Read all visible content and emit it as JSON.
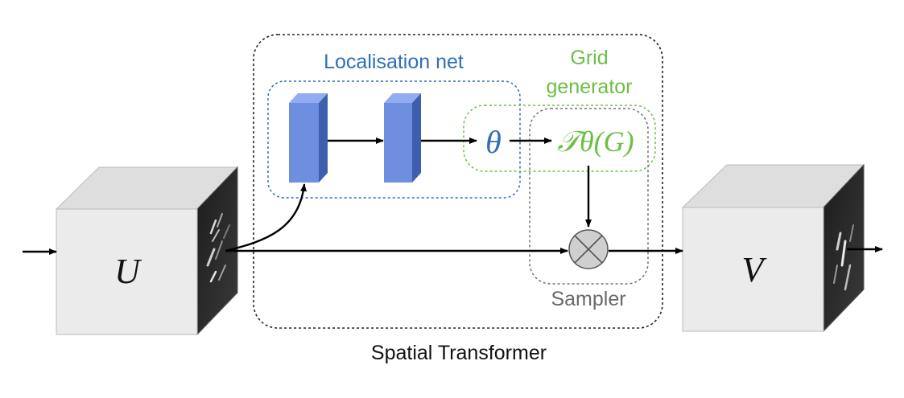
{
  "labels": {
    "input_tensor": "U",
    "output_tensor": "V",
    "localisation_net": "Localisation net",
    "grid_generator_line1": "Grid",
    "grid_generator_line2": "generator",
    "theta": "θ",
    "transform": "𝒯θ(G)",
    "sampler": "Sampler",
    "caption": "Spatial Transformer"
  },
  "colors": {
    "localisation": "#2e6fb8",
    "grid_generator": "#6cbf45",
    "sampler_border": "#707070",
    "block_front": "#6e8fe0",
    "block_side": "#3d5fae",
    "block_top": "#93abef",
    "cube_front": "#ebebeb",
    "cube_top": "#dedede",
    "cube_side": "#2a2a2a",
    "arrow": "#000000"
  },
  "icons": {
    "multiply": "circled-times-icon"
  }
}
